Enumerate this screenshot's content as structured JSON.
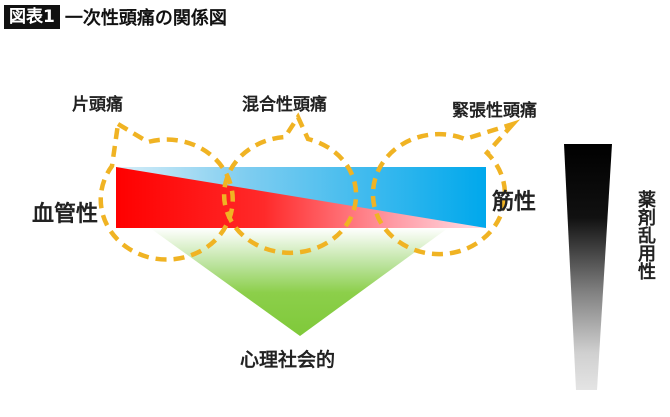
{
  "header": {
    "badge": "図表1",
    "title": "一次性頭痛の関係図"
  },
  "headache_types": [
    {
      "label": "片頭痛"
    },
    {
      "label": "混合性頭痛"
    },
    {
      "label": "緊張性頭痛"
    }
  ],
  "axis_labels": {
    "left": "血管性",
    "right": "筋性",
    "bottom": "心理社会的",
    "vertical": "薬剤乱用性"
  },
  "colors": {
    "vascular_red": "#ff0000",
    "muscular_blue": "#00a8ec",
    "psychosocial_green": "#8ccf4a",
    "dashed_outline": "#f0b323",
    "drug_gradient_top": "#000000",
    "drug_gradient_bottom": "#e0e0e0"
  }
}
